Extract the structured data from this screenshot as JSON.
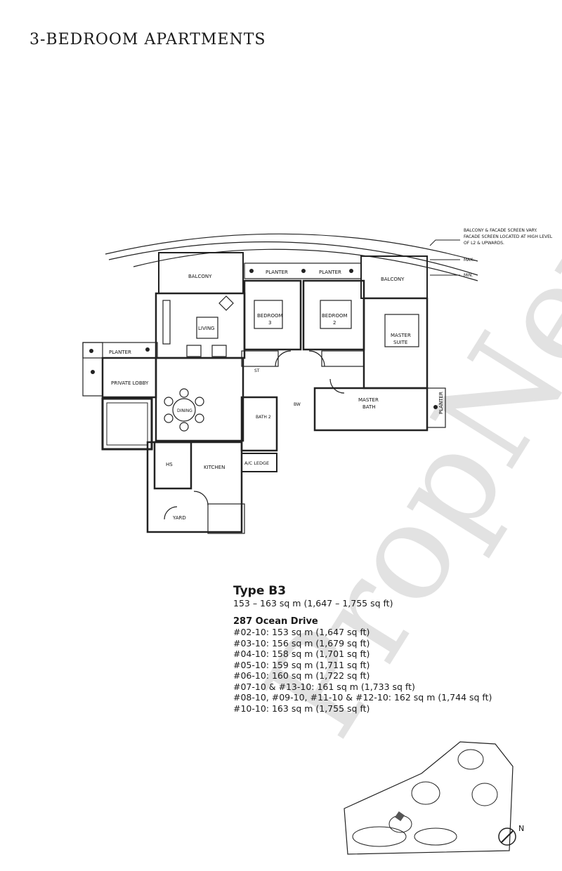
{
  "header": {
    "title": "3-BEDROOM APARTMENTS"
  },
  "plan_labels": {
    "balcony_left": "BALCONY",
    "balcony_right": "BALCONY",
    "planter_top_left": "PLANTER",
    "planter_top_right": "PLANTER",
    "planter_left": "PLANTER",
    "planter_right": "PLANTER",
    "living": "LIVING",
    "bedroom3": "BEDROOM",
    "bedroom3_num": "3",
    "bedroom2": "BEDROOM",
    "bedroom2_num": "2",
    "master_suite": "MASTER",
    "master_suite_2": "SUITE",
    "private_lobby": "PRIVATE LOBBY",
    "dining": "DINING",
    "bath2": "BATH 2",
    "master_bath": "MASTER",
    "master_bath_2": "BATH",
    "hs": "HS",
    "kitchen": "KITCHEN",
    "ac_ledge": "A/C LEDGE",
    "yard": "YARD",
    "st": "ST",
    "bw": "BW",
    "note_line1": "BALCONY & FACADE SCREEN VARY.",
    "note_line2": "FACADE SCREEN LOCATED AT HIGH LEVEL",
    "note_line3": "OF L2 & UPWARDS.",
    "max": "MAX.",
    "min": "MIN."
  },
  "watermark": {
    "text": "PropNex"
  },
  "unit_type": {
    "title": "Type B3",
    "range": "153 – 163 sq m (1,647 – 1,755 sq ft)",
    "block": "287 Ocean Drive",
    "units": [
      "#02-10: 153 sq m (1,647 sq ft)",
      "#03-10: 156 sq m (1,679 sq ft)",
      "#04-10: 158 sq m (1,701 sq ft)",
      "#05-10: 159 sq m (1,711 sq ft)",
      "#06-10: 160 sq m (1,722 sq ft)",
      "#07-10 & #13-10: 161 sq m (1,733 sq ft)",
      "#08-10, #09-10, #11-10 & #12-10: 162 sq m (1,744 sq ft)",
      "#10-10: 163 sq m (1,755 sq ft)"
    ]
  },
  "site_plan": {
    "north": "N"
  }
}
